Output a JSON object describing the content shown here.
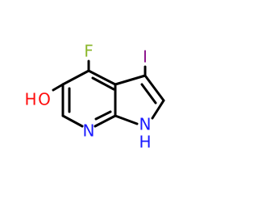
{
  "molecule": {
    "atoms": {
      "fluorine": {
        "symbol": "F",
        "color": "#8db82f"
      },
      "iodine": {
        "symbol": "I",
        "color": "#8b118b"
      },
      "hydroxyl_o": {
        "symbol": "O",
        "color": "#ff0d0d"
      },
      "hydroxyl_h": {
        "symbol": "H",
        "color": "#ff0d0d"
      },
      "pyridine_n": {
        "symbol": "N",
        "color": "#1919ff"
      },
      "pyrrole_n": {
        "symbol": "N",
        "color": "#1919ff"
      },
      "pyrrole_h": {
        "symbol": "H",
        "color": "#1919ff"
      }
    },
    "bond_color": "#000000"
  }
}
